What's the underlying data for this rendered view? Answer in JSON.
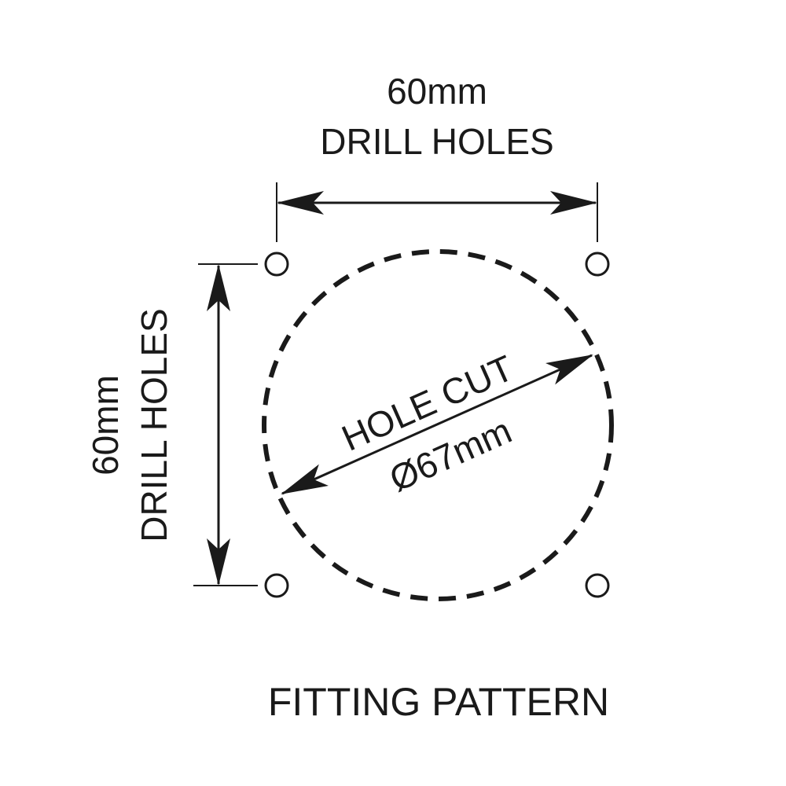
{
  "top_dimension": {
    "value": "60mm",
    "label": "DRILL HOLES"
  },
  "side_dimension": {
    "value": "60mm",
    "label": "DRILL HOLES"
  },
  "hole_cut": {
    "label": "HOLE CUT",
    "diameter": "Ø67mm"
  },
  "footer": {
    "title": "FITTING PATTERN"
  },
  "colors": {
    "ink": "#1a1a1a",
    "background": "#ffffff"
  }
}
